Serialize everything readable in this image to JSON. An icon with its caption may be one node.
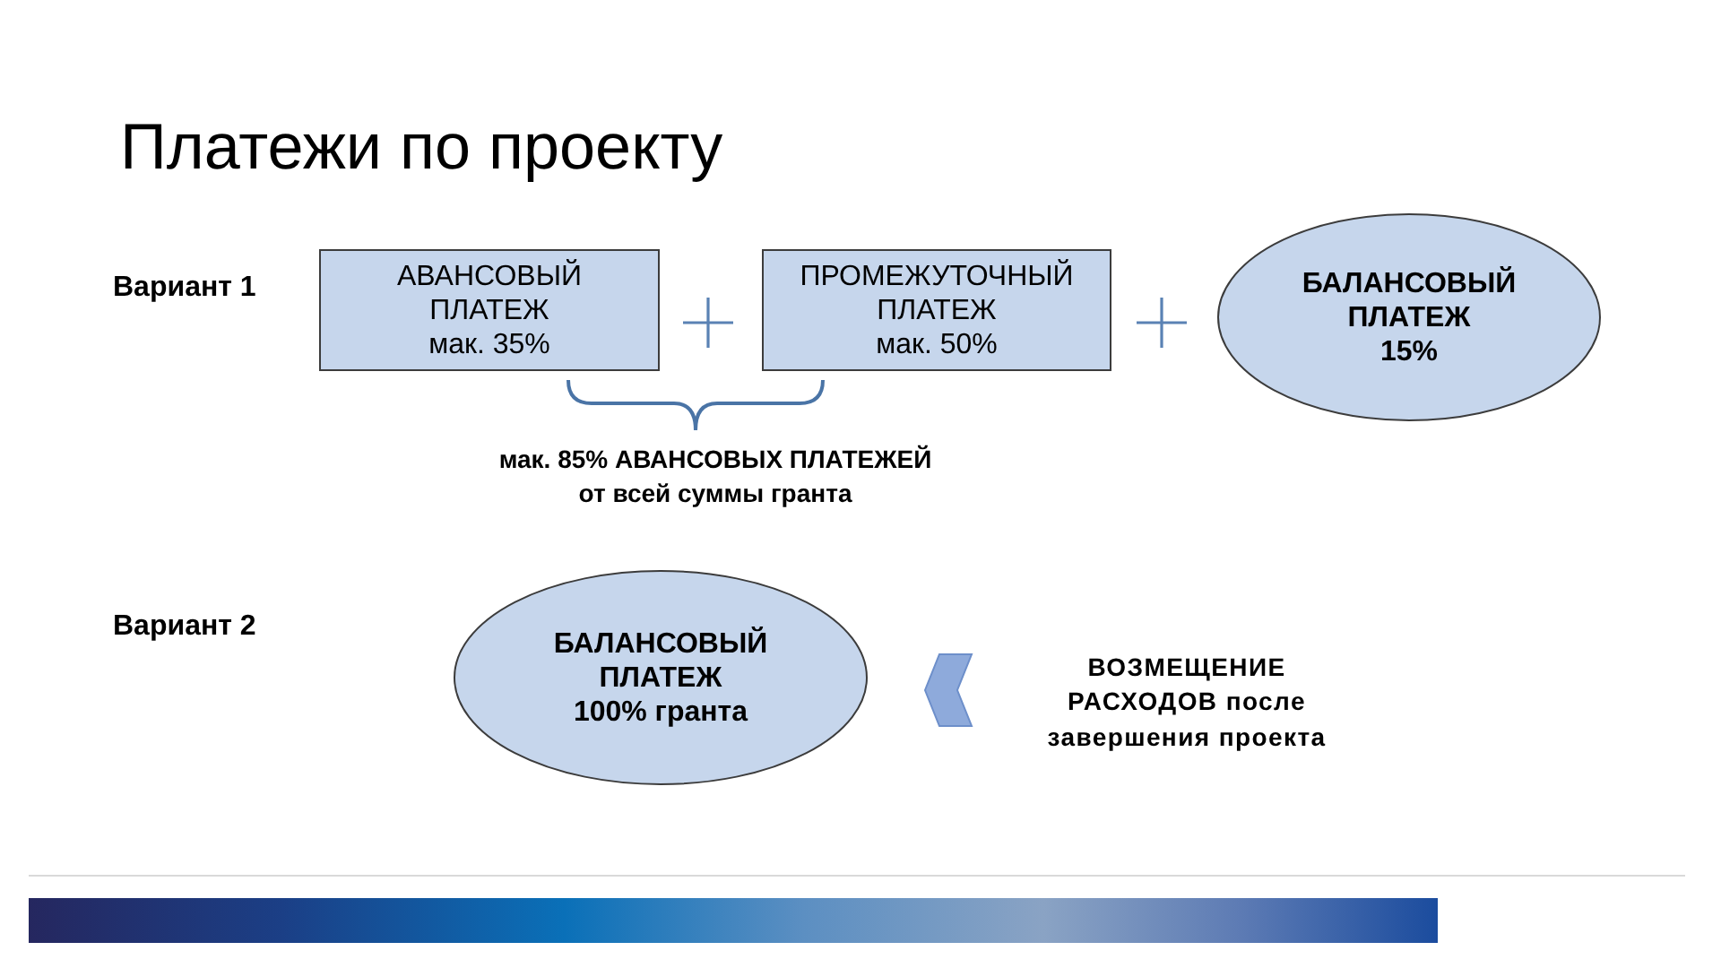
{
  "diagram": {
    "title": "Платежи по проекту",
    "nodes": [
      {
        "text": [
          "АВАНСОВЫЙ ПЛАТЕЖ",
          "мак. 35%"
        ]
      },
      {
        "text": [
          "ПРОМЕЖУТОЧНЫЙ ПЛАТЕЖ",
          "мак. 50%"
        ]
      },
      {
        "text": [
          "БАЛАНСОВЫЙ ПЛАТЕЖ",
          "15%"
        ]
      },
      {
        "text": [
          "БАЛАНСОВЫЙ ПЛАТЕЖ",
          "100% гранта"
        ]
      },
      {
        "text": [
          "ВОЗМЕЩЕНИЕ РАСХОДОВ после завершения проекта"
        ]
      }
    ],
    "edges": [
      {
        "from": 4,
        "to": 3,
        "arrow": "to"
      }
    ],
    "labels": [
      "Вариант 1",
      "мак. 85% АВАНСОВЫХ ПЛАТЕЖЕЙ от всей суммы гранта",
      "Вариант 2"
    ]
  }
}
